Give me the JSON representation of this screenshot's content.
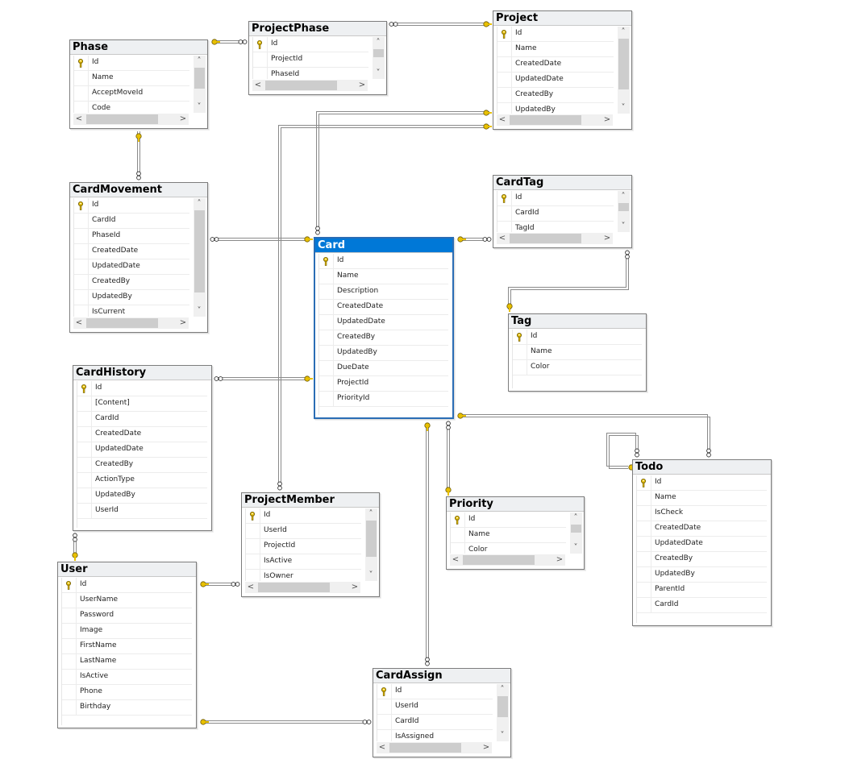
{
  "tables": [
    {
      "id": "phase",
      "name": "Phase",
      "columns": [
        "Id",
        "Name",
        "AcceptMoveId",
        "Code"
      ],
      "selected": false,
      "vscroll": true,
      "hscroll": true
    },
    {
      "id": "projectphase",
      "name": "ProjectPhase",
      "columns": [
        "Id",
        "ProjectId",
        "PhaseId"
      ],
      "selected": false,
      "vscroll": true,
      "hscroll": true
    },
    {
      "id": "project",
      "name": "Project",
      "columns": [
        "Id",
        "Name",
        "CreatedDate",
        "UpdatedDate",
        "CreatedBy",
        "UpdatedBy"
      ],
      "selected": false,
      "vscroll": true,
      "hscroll": true
    },
    {
      "id": "cardmovement",
      "name": "CardMovement",
      "columns": [
        "Id",
        "CardId",
        "PhaseId",
        "CreatedDate",
        "UpdatedDate",
        "CreatedBy",
        "UpdatedBy",
        "IsCurrent"
      ],
      "selected": false,
      "vscroll": true,
      "hscroll": true
    },
    {
      "id": "cardtag",
      "name": "CardTag",
      "columns": [
        "Id",
        "CardId",
        "TagId"
      ],
      "selected": false,
      "vscroll": true,
      "hscroll": true
    },
    {
      "id": "card",
      "name": "Card",
      "columns": [
        "Id",
        "Name",
        "Description",
        "CreatedDate",
        "UpdatedDate",
        "CreatedBy",
        "UpdatedBy",
        "DueDate",
        "ProjectId",
        "PriorityId"
      ],
      "selected": true,
      "vscroll": false,
      "hscroll": false
    },
    {
      "id": "tag",
      "name": "Tag",
      "columns": [
        "Id",
        "Name",
        "Color"
      ],
      "selected": false,
      "vscroll": false,
      "hscroll": false
    },
    {
      "id": "cardhistory",
      "name": "CardHistory",
      "columns": [
        "Id",
        "[Content]",
        "CardId",
        "CreatedDate",
        "UpdatedDate",
        "CreatedBy",
        "ActionType",
        "UpdatedBy",
        "UserId"
      ],
      "selected": false,
      "vscroll": false,
      "hscroll": false
    },
    {
      "id": "projectmember",
      "name": "ProjectMember",
      "columns": [
        "Id",
        "UserId",
        "ProjectId",
        "IsActive",
        "IsOwner"
      ],
      "selected": false,
      "vscroll": true,
      "hscroll": true
    },
    {
      "id": "priority",
      "name": "Priority",
      "columns": [
        "Id",
        "Name",
        "Color"
      ],
      "selected": false,
      "vscroll": true,
      "hscroll": true
    },
    {
      "id": "todo",
      "name": "Todo",
      "columns": [
        "Id",
        "Name",
        "IsCheck",
        "CreatedDate",
        "UpdatedDate",
        "CreatedBy",
        "UpdatedBy",
        "ParentId",
        "CardId"
      ],
      "selected": false,
      "vscroll": false,
      "hscroll": false
    },
    {
      "id": "user",
      "name": "User",
      "columns": [
        "Id",
        "UserName",
        "Password",
        "Image",
        "FirstName",
        "LastName",
        "IsActive",
        "Phone",
        "Birthday"
      ],
      "selected": false,
      "vscroll": false,
      "hscroll": false
    },
    {
      "id": "cardassign",
      "name": "CardAssign",
      "columns": [
        "Id",
        "UserId",
        "CardId",
        "IsAssigned"
      ],
      "selected": false,
      "vscroll": true,
      "hscroll": true
    }
  ],
  "colors": {
    "selected_header": "#0078d7",
    "selected_border": "#2a6db5",
    "key_icon": "#e8c000",
    "line": "#8a8a8a"
  }
}
